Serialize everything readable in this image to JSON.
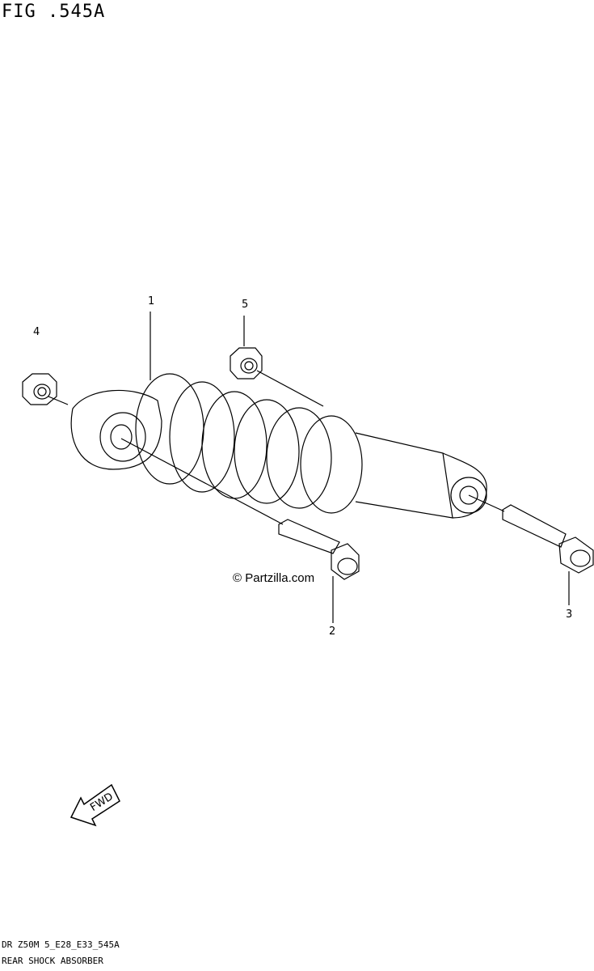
{
  "figure": {
    "title": "FIG .545A",
    "watermark": "© Partzilla.com",
    "fwd_label": "FWD"
  },
  "callouts": [
    {
      "num": "1",
      "part": "shock-absorber"
    },
    {
      "num": "2",
      "part": "bolt-upper"
    },
    {
      "num": "3",
      "part": "bolt-lower"
    },
    {
      "num": "4",
      "part": "nut-left"
    },
    {
      "num": "5",
      "part": "nut-right"
    }
  ],
  "footer": {
    "code": "DR Z50M 5_E28_E33_545A",
    "caption": "REAR SHOCK ABSORBER"
  }
}
